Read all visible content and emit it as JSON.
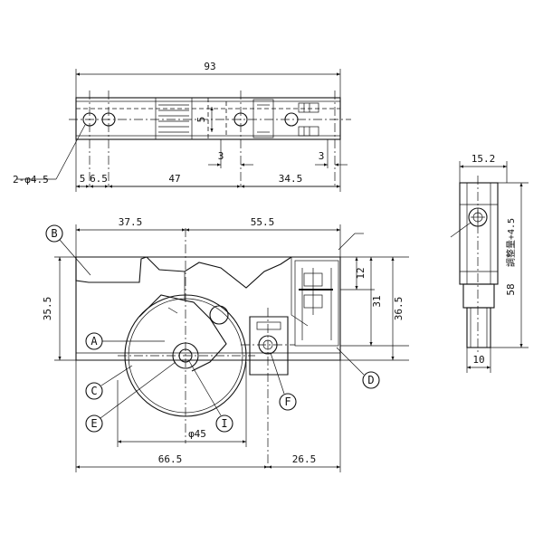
{
  "top_view": {
    "overall_width": "93",
    "hole_spec": "2-φ4.5",
    "dims_bottom": [
      "5",
      "6.5",
      "47",
      "34.5"
    ],
    "slot_width": "5",
    "offset_left": "3",
    "offset_right": "3"
  },
  "front_view": {
    "width_left": "37.5",
    "width_right": "55.5",
    "height_left": "35.5",
    "height_12": "12",
    "height_31": "31",
    "height_365": "36.5",
    "wheel_diameter": "φ45",
    "bottom_left": "66.5",
    "bottom_right": "26.5",
    "callouts": {
      "a": "A",
      "b": "B",
      "c": "C",
      "d": "D",
      "e": "E",
      "f": "F",
      "i": "I"
    }
  },
  "side_view": {
    "width_top": "15.2",
    "height": "58",
    "height_note": "調整量+4.5",
    "width_bottom": "10"
  }
}
